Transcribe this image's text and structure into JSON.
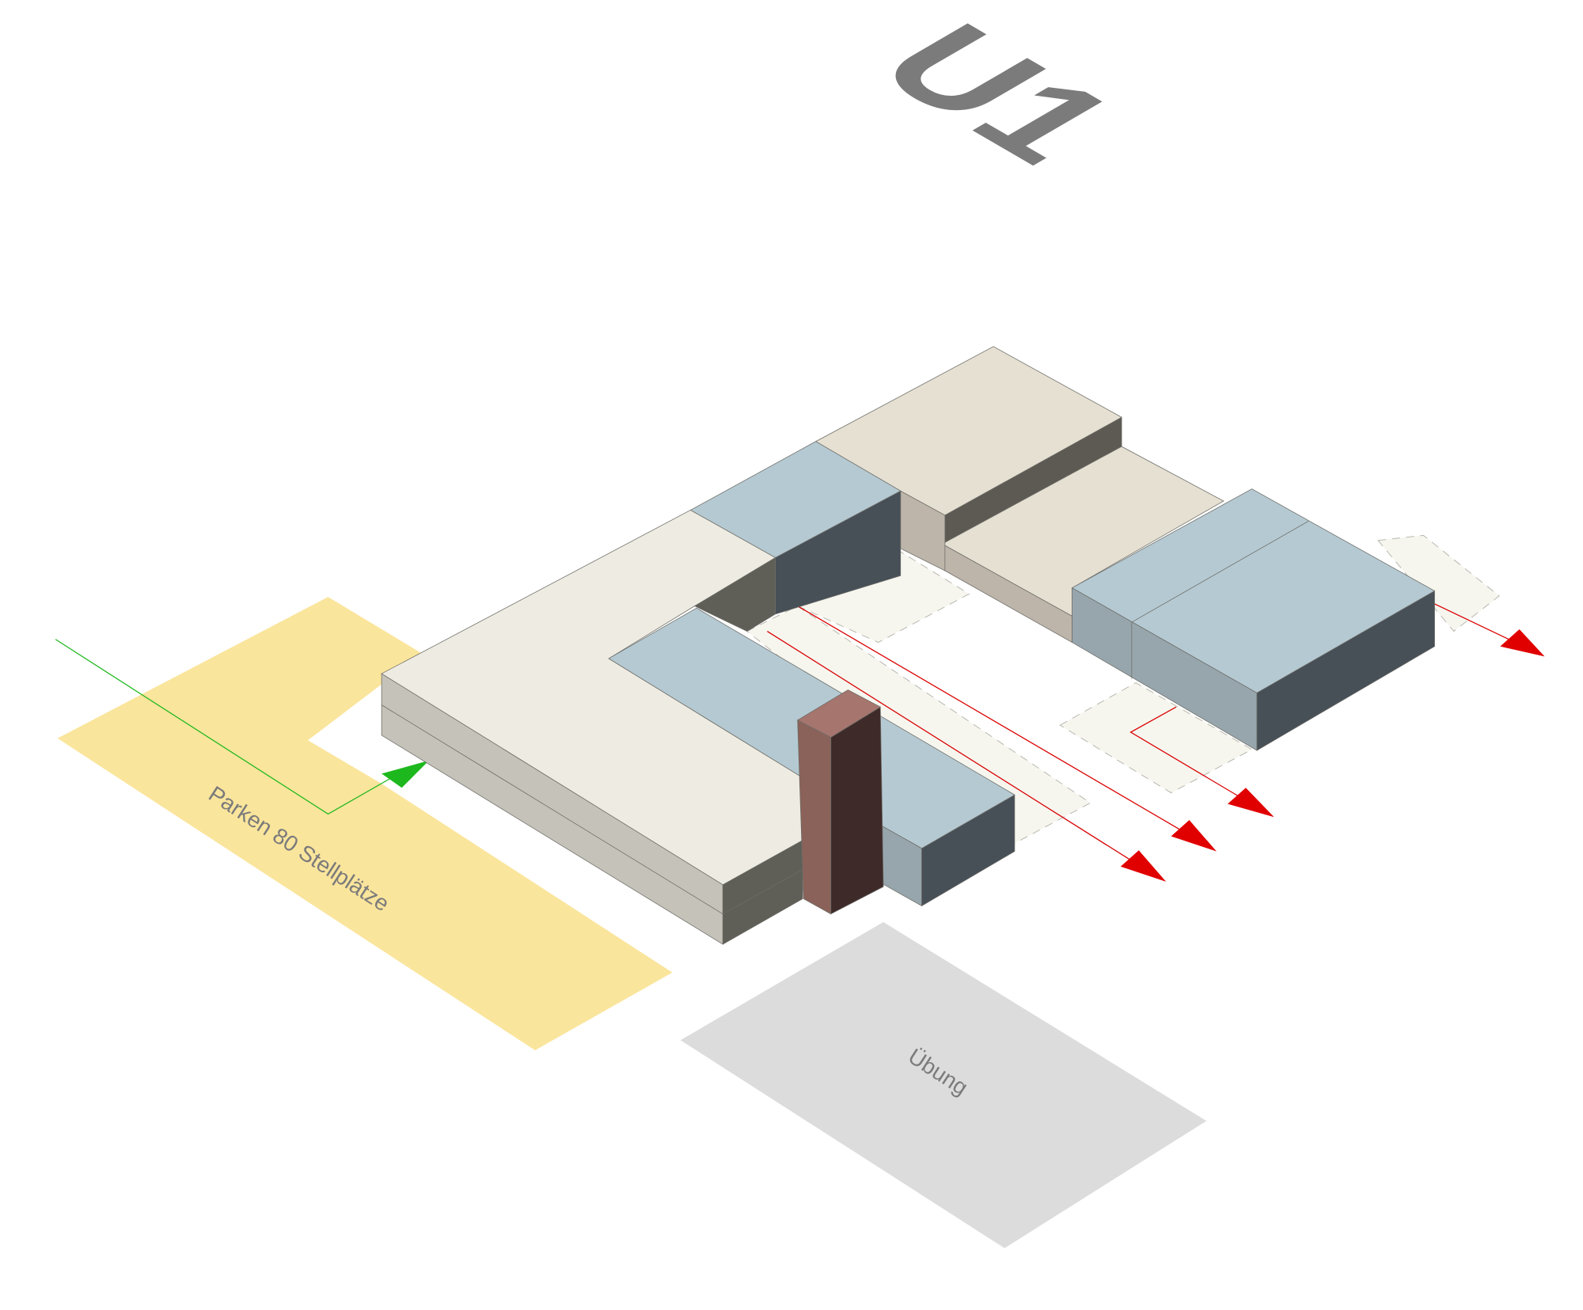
{
  "title": "U1",
  "labels": {
    "parking": "Parken 80 Stellplätze",
    "exercise": "Übung"
  },
  "colors": {
    "parking": "#fae59c",
    "exercise": "#dcdcdc",
    "slab_top": "#eeece2",
    "beige_top": "#e5e0d2",
    "blue_top": "#b5c9d2",
    "blue_side": "#97a6ad",
    "dark_side": "#474f57",
    "tower": "#8a6259",
    "arrow_exit": "#e00000",
    "arrow_entry": "#1db81d",
    "title": "#7b7b7b"
  }
}
